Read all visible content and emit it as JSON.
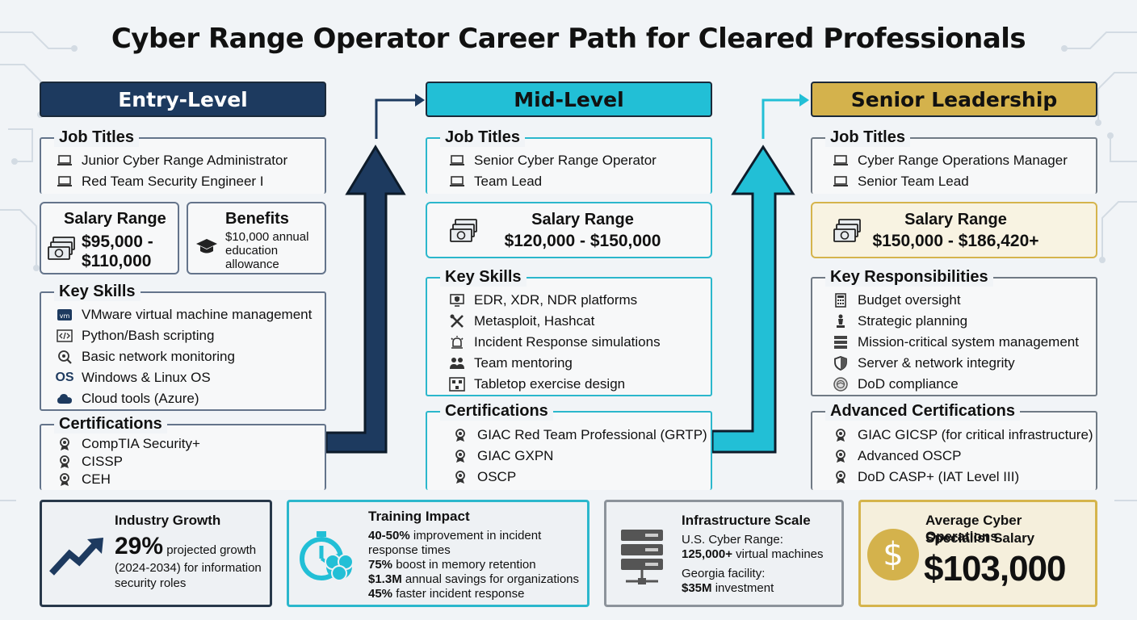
{
  "title": "Cyber Range Operator Career Path for Cleared Professionals",
  "colors": {
    "navy": "#1d3a5f",
    "cyan": "#22bfd6",
    "gold": "#d4b24c"
  },
  "entry": {
    "header": "Entry-Level",
    "job_titles_title": "Job Titles",
    "job_titles": [
      "Junior Cyber Range Administrator",
      "Red Team Security Engineer I"
    ],
    "salary_title": "Salary Range",
    "salary_line1": "$95,000 -",
    "salary_line2": "$110,000",
    "benefits_title": "Benefits",
    "benefits_line1": "$10,000 annual",
    "benefits_line2": "education",
    "benefits_line3": "allowance",
    "skills_title": "Key Skills",
    "skills": [
      {
        "icon": "vm-icon",
        "label": "VMware virtual machine management"
      },
      {
        "icon": "code-icon",
        "label": "Python/Bash scripting"
      },
      {
        "icon": "network-search-icon",
        "label": "Basic network monitoring"
      },
      {
        "icon": "os-icon",
        "label": "Windows & Linux OS"
      },
      {
        "icon": "cloud-icon",
        "label": "Cloud tools (Azure)"
      }
    ],
    "certs_title": "Certifications",
    "certs": [
      "CompTIA Security+",
      "CISSP",
      "CEH"
    ]
  },
  "mid": {
    "header": "Mid-Level",
    "job_titles_title": "Job Titles",
    "job_titles": [
      "Senior Cyber Range Operator",
      "Team Lead"
    ],
    "salary_title": "Salary Range",
    "salary_value": "$120,000 - $150,000",
    "skills_title": "Key Skills",
    "skills": [
      {
        "icon": "monitor-shield-icon",
        "label": "EDR, XDR, NDR platforms"
      },
      {
        "icon": "tools-icon",
        "label": "Metasploit, Hashcat"
      },
      {
        "icon": "alarm-icon",
        "label": "Incident Response simulations"
      },
      {
        "icon": "team-icon",
        "label": "Team mentoring"
      },
      {
        "icon": "diagram-icon",
        "label": "Tabletop exercise design"
      }
    ],
    "certs_title": "Certifications",
    "certs": [
      "GIAC Red Team Professional (GRTP)",
      "GIAC GXPN",
      "OSCP"
    ]
  },
  "senior": {
    "header": "Senior Leadership",
    "job_titles_title": "Job Titles",
    "job_titles": [
      "Cyber Range Operations Manager",
      "Senior Team Lead"
    ],
    "salary_title": "Salary Range",
    "salary_value": "$150,000 - $186,420+",
    "resp_title": "Key Responsibilities",
    "resp": [
      {
        "icon": "calculator-icon",
        "label": "Budget oversight"
      },
      {
        "icon": "chess-icon",
        "label": "Strategic planning"
      },
      {
        "icon": "server-icon",
        "label": "Mission-critical system management"
      },
      {
        "icon": "shield-icon",
        "label": "Server & network integrity"
      },
      {
        "icon": "dod-seal-icon",
        "label": "DoD compliance"
      }
    ],
    "certs_title": "Advanced Certifications",
    "certs": [
      "GIAC GICSP (for critical infrastructure)",
      "Advanced OSCP",
      "DoD CASP+ (IAT Level III)"
    ]
  },
  "stats": {
    "growth": {
      "title": "Industry Growth",
      "big": "29%",
      "rest1": " projected growth",
      "rest2": "(2024-2034) for information",
      "rest3": "security roles"
    },
    "training": {
      "title": "Training Impact",
      "l1b": "40-50%",
      "l1": " improvement in incident",
      "l2": "response times",
      "l3b": "75%",
      "l3": " boost in memory retention",
      "l4b": "$1.3M",
      "l4": " annual savings for organizations",
      "l5b": "45%",
      "l5": " faster incident response"
    },
    "infra": {
      "title": "Infrastructure Scale",
      "l1": "U.S. Cyber Range:",
      "l2b": "125,000+",
      "l2": " virtual machines",
      "l3": "Georgia facility:",
      "l4b": "$35M",
      "l4": " investment"
    },
    "avg": {
      "title1": "Average Cyber Operations",
      "title2": "Specialist Salary",
      "value": "$103,000",
      "symbol": "$"
    }
  }
}
